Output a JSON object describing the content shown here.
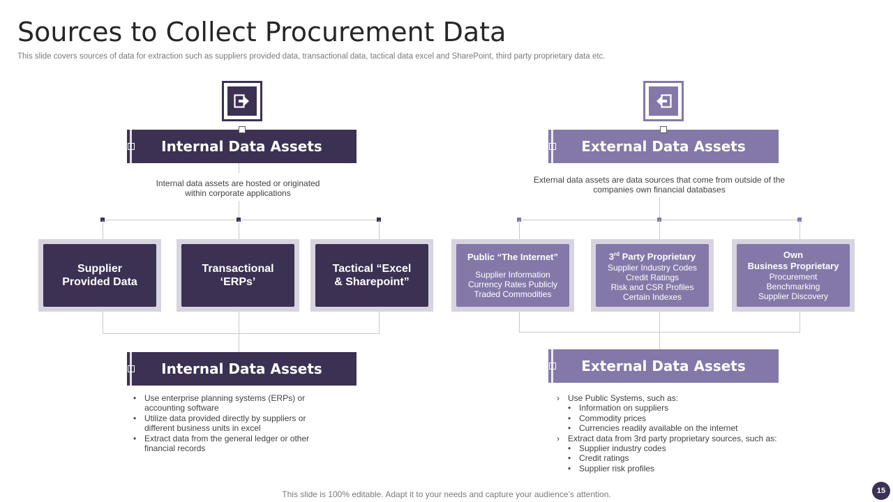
{
  "header": {
    "title": "Sources to Collect Procurement Data",
    "subtitle": "This slide covers sources of data for extraction such as suppliers provided data, transactional data, tactical data excel and SharePoint, third party proprietary data etc."
  },
  "colors": {
    "internal": "#3c3152",
    "external": "#8478a8",
    "card_frame": "#d7d4e0",
    "connector": "#c9c9c9"
  },
  "internal": {
    "icon": "sign-out-icon",
    "header_label": "Internal Data Assets",
    "description_line1": "Internal data assets  are hosted or originated",
    "description_line2": "within corporate applications",
    "cards": [
      {
        "line1": "Supplier",
        "line2": "Provided Data"
      },
      {
        "line1": "Transactional",
        "line2": "‘ERPs’"
      },
      {
        "line1": "Tactical “Excel",
        "line2": "& Sharepoint”"
      }
    ],
    "bottom_label": "Internal Data Assets",
    "bullets": [
      {
        "line1": "Use enterprise planning systems (ERPs) or",
        "line2": "accounting software"
      },
      {
        "line1": "Utilize data provided directly by suppliers or",
        "line2": "different business units in excel"
      },
      {
        "line1": "Extract  data from the general ledger or other",
        "line2": "financial records"
      }
    ],
    "bullet_mark": "•"
  },
  "external": {
    "icon": "sign-in-icon",
    "header_label": "External Data Assets",
    "description_line1": "External data assets are data sources that come from outside of the",
    "description_line2": "companies own financial databases",
    "cards": [
      {
        "title": "Public “The Internet”",
        "lines": [
          "Supplier Information",
          "Currency Rates Publicly",
          "Traded Commodities"
        ]
      },
      {
        "title_pre": "3",
        "title_sup": "rd",
        "title_post": " Party Proprietary",
        "lines": [
          "Supplier Industry Codes",
          "Credit Ratings",
          "Risk and CSR Profiles",
          "Certain Indexes"
        ]
      },
      {
        "title_line1": "Own",
        "title_line2": "Business  Proprietary",
        "lines": [
          "Procurement",
          "Benchmarking",
          "Supplier Discovery"
        ]
      }
    ],
    "bottom_label": "External Data Assets",
    "list_mark": "›",
    "sub_mark": "•",
    "group1": {
      "intro": "Use Public Systems, such as:",
      "items": [
        "Information on suppliers",
        "Commodity prices",
        "Currencies readily available on the internet"
      ]
    },
    "group2": {
      "intro": "Extract  data from 3rd party proprietary sources, such as:",
      "items": [
        "Supplier industry codes",
        "Credit ratings",
        "Supplier risk profiles"
      ]
    }
  },
  "footer": {
    "text": "This slide is 100% editable. Adapt it to your needs and capture your audience’s attention.",
    "page_number": "15"
  }
}
